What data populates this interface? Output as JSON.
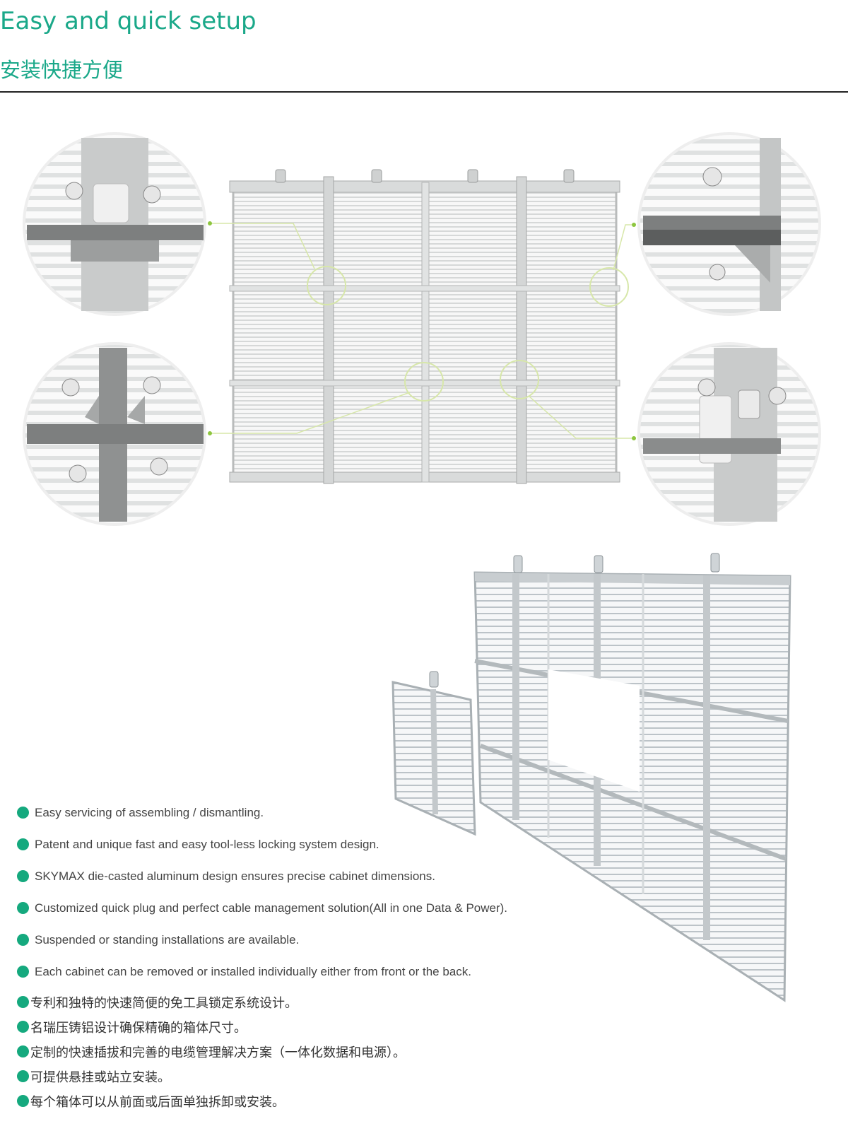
{
  "header": {
    "title_en": "Easy and quick setup",
    "title_cn": "安装快捷方便"
  },
  "colors": {
    "accent": "#1aa889",
    "bullet": "#15a97e",
    "rule": "#222222"
  },
  "illustrations": {
    "front_panel": "transparent-led-cabinet-front",
    "details": [
      "top-lock-detail",
      "side-lock-detail",
      "cross-joint-detail",
      "bottom-plug-detail"
    ],
    "assembly": "cabinet-wall-assembly"
  },
  "features_en": [
    "Easy servicing of assembling / dismantling.",
    "Patent and unique fast and easy tool-less locking system design.",
    "SKYMAX die-casted aluminum design ensures precise cabinet dimensions.",
    "Customized quick plug and perfect cable management solution(All in one Data & Power).",
    "Suspended or standing installations are available.",
    "Each cabinet can be removed or installed individually either from front or the back."
  ],
  "features_cn": [
    "专利和独特的快速简便的免工具锁定系统设计。",
    "名瑞压铸铝设计确保精确的箱体尺寸。",
    "定制的快速插拔和完善的电缆管理解决方案（一体化数据和电源）。",
    "可提供悬挂或站立安装。",
    "每个箱体可以从前面或后面单独拆卸或安装。"
  ]
}
